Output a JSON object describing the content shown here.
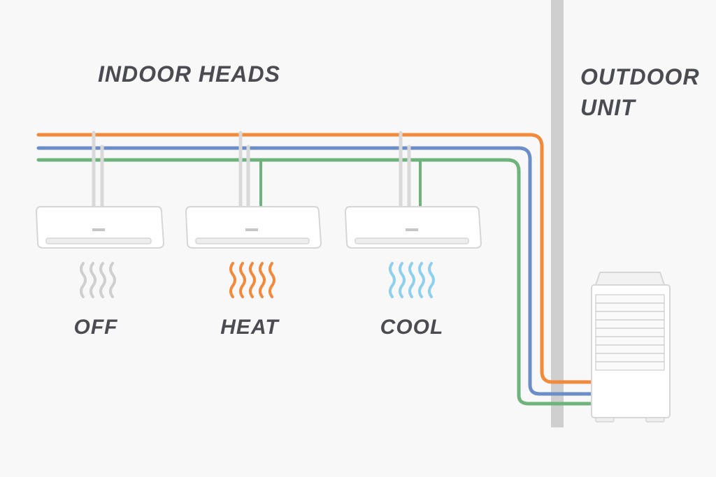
{
  "labels": {
    "indoor_heads": "INDOOR HEADS",
    "outdoor_unit_line1": "OUTDOOR",
    "outdoor_unit_line2": "UNIT"
  },
  "indoor_heads": [
    {
      "mode": "OFF",
      "wave_color": "#cfcfcf"
    },
    {
      "mode": "HEAT",
      "wave_color": "#f28a3c"
    },
    {
      "mode": "COOL",
      "wave_color": "#8fd0ef"
    }
  ],
  "colors": {
    "line_orange": "#f28a3c",
    "line_blue": "#6b8ec9",
    "line_green": "#6db37b",
    "wall": "#cfcfcf",
    "text": "#4b4b52"
  }
}
